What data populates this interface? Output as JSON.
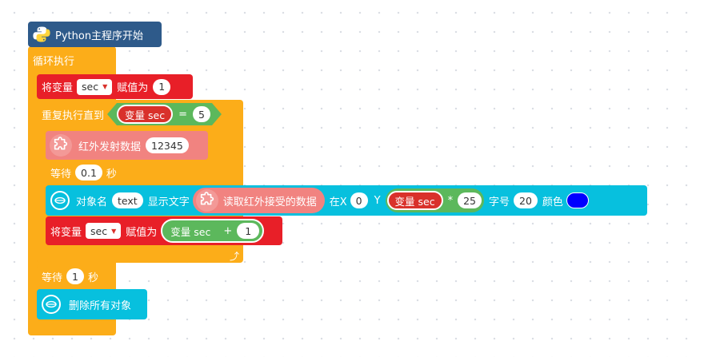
{
  "blocks": {
    "hat_label": "Python主程序开始",
    "loop_label": "循环执行",
    "set1": {
      "prefix": "将变量",
      "var": "sec",
      "suffix": "赋值为",
      "value": "1"
    },
    "repeat": {
      "label": "重复执行直到",
      "var": "变量 sec",
      "op": "=",
      "value": "5"
    },
    "ir_send": {
      "label": "红外发射数据",
      "value": "12345"
    },
    "wait1": {
      "prefix": "等待",
      "value": "0.1",
      "suffix": "秒"
    },
    "show_text": {
      "obj_label": "对象名",
      "obj_value": "text",
      "show_label": "显示文字",
      "ir_read_label": "读取红外接受的数据",
      "x_label": "在X",
      "x_value": "0",
      "y_label": "Y",
      "var": "变量 sec",
      "mul": "*",
      "mul_value": "25",
      "size_label": "字号",
      "size_value": "20",
      "color_label": "颜色",
      "color_value": "#0000ff"
    },
    "set2": {
      "prefix": "将变量",
      "var": "sec",
      "suffix": "赋值为",
      "var2": "变量 sec",
      "op": "+",
      "value": "1"
    },
    "wait2": {
      "prefix": "等待",
      "value": "1",
      "suffix": "秒"
    },
    "delete_all": {
      "label": "删除所有对象"
    }
  },
  "colors": {
    "hat": "#2e5a8a",
    "loop": "#fcad19",
    "variable": "#e81f28",
    "ir": "#f18380",
    "screen": "#07c0de",
    "logic": "#5cb85c"
  },
  "icons": {
    "python": "python-icon",
    "puzzle": "puzzle-icon",
    "screen": "screen-icon",
    "dropdown": "caret-down-icon",
    "loop_end": "loop-arrow-icon"
  }
}
